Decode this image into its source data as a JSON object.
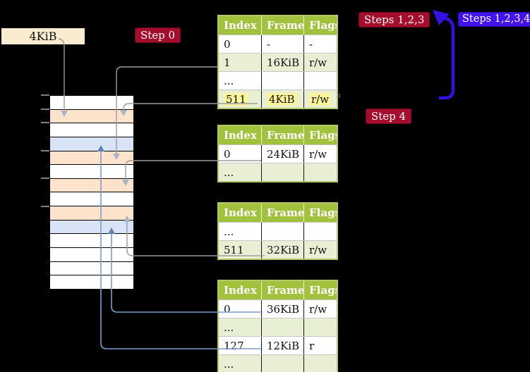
{
  "frame_label": {
    "text": "4KiB"
  },
  "badges": {
    "step0": "Step 0",
    "steps123": "Steps 1,2,3",
    "steps1234": "Steps 1,2,3,4",
    "step4": "Step 4"
  },
  "tables": [
    {
      "name": "page-table-1",
      "headers": [
        "Index",
        "Frame",
        "Flags"
      ],
      "highlight_row": 3,
      "rows": [
        [
          "0",
          "-",
          "-"
        ],
        [
          "1",
          "16KiB",
          "r/w"
        ],
        [
          "...",
          "",
          ""
        ],
        [
          "511",
          "4KiB",
          "r/w"
        ]
      ]
    },
    {
      "name": "page-table-2",
      "headers": [
        "Index",
        "Frame",
        "Flags"
      ],
      "highlight_row": -1,
      "rows": [
        [
          "0",
          "24KiB",
          "r/w"
        ],
        [
          "...",
          "",
          ""
        ]
      ]
    },
    {
      "name": "page-table-3",
      "headers": [
        "Index",
        "Frame",
        "Flags"
      ],
      "highlight_row": -1,
      "rows": [
        [
          "...",
          "",
          ""
        ],
        [
          "511",
          "32KiB",
          "r/w"
        ]
      ]
    },
    {
      "name": "page-table-4",
      "headers": [
        "Index",
        "Frame",
        "Flags"
      ],
      "highlight_row": -1,
      "rows": [
        [
          "0",
          "36KiB",
          "r/w"
        ],
        [
          "...",
          "",
          ""
        ],
        [
          "127",
          "12KiB",
          "r"
        ],
        [
          "...",
          "",
          ""
        ]
      ]
    }
  ],
  "memory": {
    "rows": [
      "white",
      "peach",
      "white",
      "blue",
      "peach",
      "white",
      "peach",
      "white",
      "peach",
      "blue",
      "white",
      "white",
      "white",
      "white"
    ],
    "ticks": [
      0,
      1,
      2,
      4,
      6,
      8
    ]
  },
  "colors": {
    "canvas_bg": "#000000",
    "table_header_bg": "#a2c13c",
    "table_border": "#b2c868",
    "table_row_alt": "#e9efd5",
    "highlight": "#fcf49c",
    "badge_red": "#a50d2d",
    "badge_blue": "#4412ec",
    "frame_label_bg": "#faecce",
    "mem_white": "#ffffff",
    "mem_peach": "#fde3cc",
    "mem_blue": "#d8e4f5",
    "connector_grey": "#9b9b9b",
    "connector_blue": "#7c9cc8",
    "arrowhead_light": "#a9b4c5",
    "arrowhead_blue": "#5b7fb8",
    "tlb_arrow": "#3610e2",
    "tick_grey": "#7f7f7f"
  }
}
